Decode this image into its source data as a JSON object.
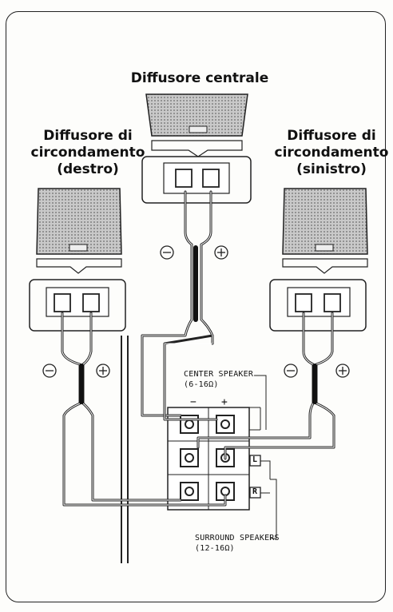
{
  "titles": {
    "center": "Diffusore centrale",
    "surround_right": "Diffusore di circondamento (destro)",
    "surround_left": "Diffusore di circondamento (sinistro)"
  },
  "labels": {
    "center_speaker": "CENTER SPEAKER",
    "center_impedance": "(6-16Ω)",
    "surround_speakers": "SURROUND SPEAKERS",
    "surround_impedance": "(12-16Ω)",
    "channel_l": "L",
    "channel_r": "R",
    "minus": "−",
    "plus": "+"
  }
}
